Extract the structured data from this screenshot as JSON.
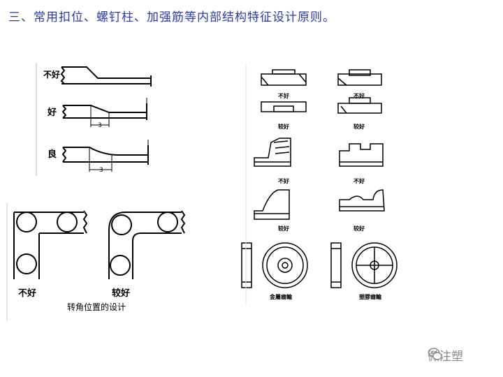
{
  "slide": {
    "title": "三、常用扣位、螺钉柱、加强筋等内部结构特征设计原则。"
  },
  "left_top": {
    "labels": [
      "不好",
      "好",
      "良"
    ],
    "dim": "3"
  },
  "left_bottom": {
    "bad_label": "不好",
    "good_label": "较好",
    "caption": "转角位置的设计"
  },
  "right": {
    "bad_label_1": "不好",
    "good_label_1": "较好",
    "bad_label_2": "不好",
    "good_label_2": "较好",
    "bad_label_3": "不好",
    "good_label_3": "较好",
    "wheel_metal": "金屬齒輪",
    "wheel_plastic": "塑膠齒輪"
  },
  "watermark": {
    "text": "微注塑",
    "icon": "wechat-icon"
  }
}
